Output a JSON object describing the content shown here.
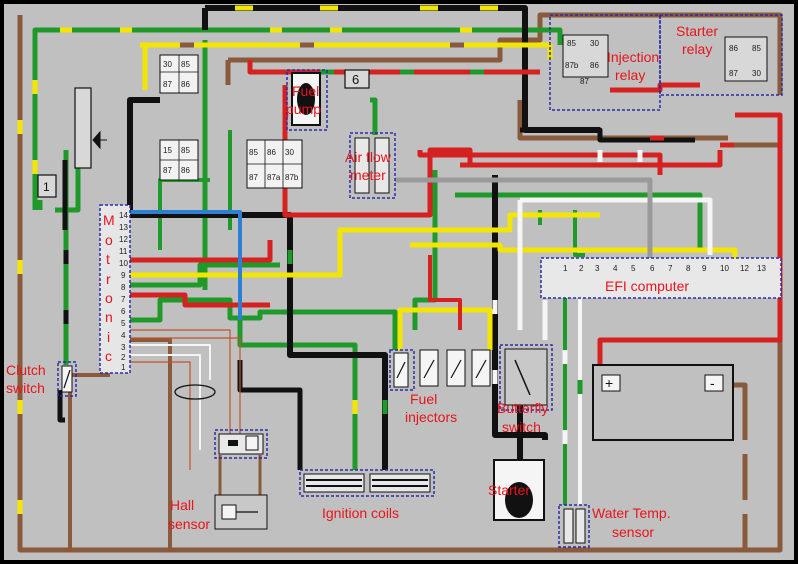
{
  "labels": {
    "starter_relay": [
      "Starter",
      "relay"
    ],
    "injection_relay": [
      "Injection",
      "relay"
    ],
    "fuel_pump": [
      "Fuel",
      "pump"
    ],
    "air_flow_meter": [
      "Air flow",
      "meter"
    ],
    "motronic": [
      "M",
      "o",
      "t",
      "r",
      "o",
      "n",
      "i",
      "c"
    ],
    "clutch_switch": [
      "Clutch",
      "switch"
    ],
    "fuel_injectors": [
      "Fuel",
      "injectors"
    ],
    "butterfly_switch": [
      "Butterfly",
      "switch"
    ],
    "hall_sensor": [
      "Hall",
      "sensor"
    ],
    "ignition_coils": "Ignition coils",
    "starter": "Starter",
    "water_temp_sensor": [
      "Water Temp.",
      "sensor"
    ],
    "efi_computer": "EFI computer"
  },
  "battery": {
    "plus": "+",
    "minus": "-"
  },
  "fuse_box_number": "6",
  "small_box_number": "1",
  "injection_relay_pins": [
    "85",
    "30",
    "87b",
    "86",
    "87"
  ],
  "starter_relay_pins": [
    "86",
    "85",
    "87",
    "30"
  ],
  "motronic_pins": [
    "14",
    "13",
    "12",
    "11",
    "10",
    "9",
    "8",
    "7",
    "6",
    "5",
    "4",
    "3",
    "2",
    "1"
  ],
  "efi_pins": [
    "1",
    "2",
    "3",
    "4",
    "5",
    "6",
    "7",
    "8",
    "9",
    "10",
    "12",
    "13"
  ],
  "relay_block_a_pins": [
    "30",
    "85",
    "87",
    "86"
  ],
  "relay_block_b_pins": [
    "15",
    "85",
    "87",
    "86"
  ],
  "relay_block_c_pins": [
    "85",
    "86",
    "30",
    "87",
    "87a",
    "87b"
  ],
  "colors": {
    "background": "#c0c0c0",
    "black": "#111111",
    "green": "#1f9a2a",
    "yellow": "#f2e600",
    "red": "#d62121",
    "brown": "#8a5a3c",
    "white": "#f5f5f5",
    "blue": "#2d7fd4",
    "dotted_box": "#2a2aa8",
    "label": "#e8141b"
  }
}
